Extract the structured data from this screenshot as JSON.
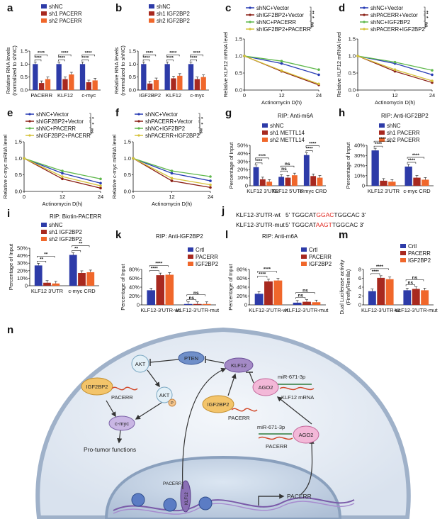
{
  "colors": {
    "blue": "#2d3ba8",
    "red": "#a8291f",
    "orange": "#f0672b",
    "navy": "#283cb4",
    "maroon": "#8a2016",
    "green": "#5fb84c",
    "olive": "#d6c23a"
  },
  "panel_letters": [
    "a",
    "b",
    "c",
    "d",
    "e",
    "f",
    "g",
    "h",
    "i",
    "j",
    "k",
    "l",
    "m",
    "n"
  ],
  "chart_data": [
    {
      "id": "a",
      "type": "bar",
      "ylabel": "Relative RNA levels\n(normalized to shNC)",
      "ylim": [
        0,
        1.5
      ],
      "yticks": [
        "0.0",
        "0.5",
        "1.0",
        "1.5"
      ],
      "categories": [
        "PACERR",
        "KLF12",
        "c-myc"
      ],
      "series": [
        {
          "name": "shNC",
          "color": "blue",
          "values": [
            1.0,
            1.0,
            1.0
          ]
        },
        {
          "name": "sh1 PACERR",
          "color": "red",
          "values": [
            0.27,
            0.42,
            0.3
          ]
        },
        {
          "name": "sh2 PACERR",
          "color": "orange",
          "values": [
            0.42,
            0.6,
            0.37
          ]
        }
      ],
      "sig": "****"
    },
    {
      "id": "b",
      "type": "bar",
      "ylabel": "Relative RNA levels\n(normalized to shNC)",
      "ylim": [
        0,
        1.5
      ],
      "yticks": [
        "0.0",
        "0.5",
        "1.0",
        "1.5"
      ],
      "categories": [
        "IGF2BP2",
        "KLF12",
        "c-myc"
      ],
      "series": [
        {
          "name": "shNC",
          "color": "blue",
          "values": [
            1.0,
            1.0,
            1.0
          ]
        },
        {
          "name": "sh1 IGF2BP2",
          "color": "red",
          "values": [
            0.25,
            0.45,
            0.42
          ]
        },
        {
          "name": "sh2 IGF2BP2",
          "color": "orange",
          "values": [
            0.38,
            0.55,
            0.5
          ]
        }
      ],
      "sig": "****"
    },
    {
      "id": "c",
      "type": "line",
      "ylabel": "Relative KLF12 mRNA level",
      "xlabel": "Actinomycin D(h)",
      "x": [
        0,
        12,
        24
      ],
      "xticks": [
        "0",
        "12",
        "24"
      ],
      "ylim": [
        0,
        1.5
      ],
      "yticks": [
        "0.0",
        "0.5",
        "1.0",
        "1.5"
      ],
      "series": [
        {
          "name": "shNC+Vector",
          "color": "navy",
          "values": [
            1.0,
            0.78,
            0.45
          ]
        },
        {
          "name": "shIGF2BP2+Vector",
          "color": "maroon",
          "values": [
            1.0,
            0.55,
            0.15
          ]
        },
        {
          "name": "shNC+PACERR",
          "color": "green",
          "values": [
            1.0,
            0.85,
            0.6
          ]
        },
        {
          "name": "shIGF2BP2+PACERR",
          "color": "olive",
          "values": [
            1.0,
            0.57,
            0.18
          ]
        }
      ],
      "sig_labels": [
        "**",
        "*",
        "ns"
      ]
    },
    {
      "id": "d",
      "type": "line",
      "ylabel": "Relative KLF12 mRNA level",
      "xlabel": "Actinomycin D(h)",
      "x": [
        0,
        12,
        24
      ],
      "xticks": [
        "0",
        "12",
        "24"
      ],
      "ylim": [
        0,
        1.5
      ],
      "yticks": [
        "0.0",
        "0.5",
        "1.0",
        "1.5"
      ],
      "series": [
        {
          "name": "shNC+Vector",
          "color": "navy",
          "values": [
            1.0,
            0.78,
            0.45
          ]
        },
        {
          "name": "shPACERR+Vector",
          "color": "maroon",
          "values": [
            1.0,
            0.55,
            0.22
          ]
        },
        {
          "name": "shNC+IGF2BP2",
          "color": "green",
          "values": [
            1.0,
            0.82,
            0.58
          ]
        },
        {
          "name": "shPACERR+IGF2BP2",
          "color": "olive",
          "values": [
            1.0,
            0.6,
            0.27
          ]
        }
      ],
      "sig_labels": [
        "**",
        "*",
        "ns"
      ]
    },
    {
      "id": "e",
      "type": "line",
      "ylabel": "Relative c-myc mRNA level",
      "xlabel": "Actinomycin D(h)",
      "x": [
        0,
        12,
        24
      ],
      "xticks": [
        "0",
        "12",
        "24"
      ],
      "ylim": [
        0,
        1.5
      ],
      "yticks": [
        "0.0",
        "0.5",
        "1.0",
        "1.5"
      ],
      "series": [
        {
          "name": "shNC+Vector",
          "color": "navy",
          "values": [
            1.0,
            0.55,
            0.25
          ]
        },
        {
          "name": "shIGF2BP2+Vector",
          "color": "maroon",
          "values": [
            1.0,
            0.38,
            0.1
          ]
        },
        {
          "name": "shNC+PACERR",
          "color": "green",
          "values": [
            1.0,
            0.62,
            0.38
          ]
        },
        {
          "name": "shIGF2BP2+PACERR",
          "color": "olive",
          "values": [
            1.0,
            0.45,
            0.17
          ]
        }
      ],
      "sig_labels": [
        "*",
        "*",
        "ns"
      ]
    },
    {
      "id": "f",
      "type": "line",
      "ylabel": "Relative c-myc mRNA level",
      "xlabel": "Actinomycin D(h)",
      "x": [
        0,
        12,
        24
      ],
      "xticks": [
        "0",
        "12",
        "24"
      ],
      "ylim": [
        0,
        1.5
      ],
      "yticks": [
        "0.0",
        "0.5",
        "1.0",
        "1.5"
      ],
      "series": [
        {
          "name": "shNC+Vector",
          "color": "navy",
          "values": [
            1.0,
            0.55,
            0.32
          ]
        },
        {
          "name": "shPACERR+Vector",
          "color": "maroon",
          "values": [
            1.0,
            0.32,
            0.12
          ]
        },
        {
          "name": "shNC+IGF2BP2",
          "color": "green",
          "values": [
            1.0,
            0.62,
            0.45
          ]
        },
        {
          "name": "shPACERR+IGF2BP2",
          "color": "olive",
          "values": [
            1.0,
            0.4,
            0.2
          ]
        }
      ],
      "sig_labels": [
        "*",
        "*",
        "ns"
      ]
    },
    {
      "id": "g",
      "type": "bar",
      "title": "RIP: Anti-m6A",
      "ylabel": "Percentage of Input",
      "ylim": [
        0,
        50
      ],
      "yticks": [
        "0",
        "10%",
        "20%",
        "30%",
        "40%",
        "50%"
      ],
      "categories": [
        "KLF12 3'UTR",
        "KLF12 5'UTR",
        "c-myc CRD"
      ],
      "series": [
        {
          "name": "shNC",
          "color": "blue",
          "values": [
            23,
            11,
            38
          ]
        },
        {
          "name": "sh1 METTL14",
          "color": "red",
          "values": [
            8,
            10,
            12
          ]
        },
        {
          "name": "sh2 METTL14",
          "color": "orange",
          "values": [
            5,
            13,
            10
          ]
        }
      ],
      "sig_labels": [
        "****",
        "****",
        "ns",
        "ns",
        "****",
        "****"
      ]
    },
    {
      "id": "h",
      "type": "bar",
      "title": "RIP: Anti-IGF2BP2",
      "ylabel": "Percentage of Input",
      "ylim": [
        0,
        40
      ],
      "yticks": [
        "0",
        "10%",
        "20%",
        "30%",
        "40%"
      ],
      "categories": [
        "KLF12 3'UTR",
        "c-myc CRD"
      ],
      "series": [
        {
          "name": "shNC",
          "color": "blue",
          "values": [
            35,
            19
          ]
        },
        {
          "name": "sh1 PACERR",
          "color": "red",
          "values": [
            5,
            8
          ]
        },
        {
          "name": "sh2 PACERR",
          "color": "orange",
          "values": [
            4,
            6
          ]
        }
      ],
      "sig_labels": [
        "****",
        "****",
        "****",
        "****"
      ]
    },
    {
      "id": "i",
      "type": "bar",
      "title": "RIP: Biotin-PACERR",
      "ylabel": "Percentage of Input",
      "ylim": [
        0,
        50
      ],
      "yticks": [
        "0",
        "10%",
        "20%",
        "30%",
        "40%",
        "50%"
      ],
      "categories": [
        "KLF12 3'UTR",
        "c-myc CRD"
      ],
      "series": [
        {
          "name": "shNC",
          "color": "blue",
          "values": [
            27,
            41
          ]
        },
        {
          "name": "sh1 IGF2BP2",
          "color": "red",
          "values": [
            4,
            17
          ]
        },
        {
          "name": "sh2 IGF2BP2",
          "color": "orange",
          "values": [
            3,
            18
          ]
        }
      ],
      "sig_labels": [
        "**",
        "**",
        "**",
        "**"
      ]
    },
    {
      "id": "k",
      "type": "bar",
      "title": "RIP: Anti-IGF2BP2",
      "ylabel": "Percentage of Input",
      "ylim": [
        0,
        80
      ],
      "yticks": [
        "0",
        "20%",
        "40%",
        "60%",
        "80%"
      ],
      "categories": [
        "KLF12-3'UTR-wt",
        "KLF12-3'UTR-mut"
      ],
      "series": [
        {
          "name": "Crtl",
          "color": "blue",
          "values": [
            33,
            2
          ]
        },
        {
          "name": "PACERR",
          "color": "red",
          "values": [
            67,
            2
          ]
        },
        {
          "name": "IGF2BP2",
          "color": "orange",
          "values": [
            68,
            2
          ]
        }
      ],
      "sig_labels": [
        "****",
        "****",
        "ns",
        "ns"
      ]
    },
    {
      "id": "l",
      "type": "bar",
      "title": "RIP: Anti-m6A",
      "ylabel": "Percentage of Input",
      "ylim": [
        0,
        80
      ],
      "yticks": [
        "0",
        "20%",
        "40%",
        "60%",
        "80%"
      ],
      "categories": [
        "KLF12-3'UTR-wt",
        "KLF12-3'UTR-mut"
      ],
      "series": [
        {
          "name": "Crtl",
          "color": "blue",
          "values": [
            25,
            5
          ]
        },
        {
          "name": "PACERR",
          "color": "red",
          "values": [
            53,
            7
          ]
        },
        {
          "name": "IGF2BP2",
          "color": "orange",
          "values": [
            55,
            6
          ]
        }
      ],
      "sig_labels": [
        "****",
        "****",
        "ns",
        "ns"
      ]
    },
    {
      "id": "m",
      "type": "bar",
      "ylabel": "Dual Luciferase activity\n(Firefly/Renilla)",
      "ylim": [
        0,
        8
      ],
      "yticks": [
        "0",
        "2",
        "4",
        "6",
        "8"
      ],
      "categories": [
        "KLF12-3'UTR-wt",
        "KLF12-3'UTR-mut"
      ],
      "series": [
        {
          "name": "Crtl",
          "color": "blue",
          "values": [
            3.1,
            3.3
          ]
        },
        {
          "name": "PACERR",
          "color": "red",
          "values": [
            6.1,
            3.6
          ]
        },
        {
          "name": "IGF2BP2",
          "color": "orange",
          "values": [
            5.8,
            3.3
          ]
        }
      ],
      "sig_labels": [
        "****",
        "****",
        "ns",
        "ns"
      ]
    }
  ],
  "panel_j": {
    "line1_label": "KLF12-3'UTR-wt",
    "line1_pre": "5' TGGCAT",
    "line1_mut": "GGAC",
    "line1_post": "TGGCAC 3'",
    "line2_label": "KLF12-3'UTR-mut",
    "line2_pre": "5' TGGCAT",
    "line2_mut": "AAGT",
    "line2_post": "TGGCAC 3'"
  },
  "diagram": {
    "akt": "AKT",
    "akt_p": "AKT",
    "p": "P",
    "pten": "PTEN",
    "klf12": "KLF12",
    "igf2bp2_left": "IGF2BP2",
    "pacerr_left": "PACERR",
    "cmyc": "c-myc",
    "protumor": "Pro-tumor functions",
    "igf2bp2_mid": "IGF2BP2",
    "pacerr_mid": "PACERR",
    "ago2_top": "AGO2",
    "mir_top": "miR-671-3p",
    "klf12_mrna": "KLF12 mRNA",
    "mir_bottom": "miR-671-3p",
    "pacerr_bottom": "PACERR",
    "ago2_bottom": "AGO2",
    "nuc_pacerr": "PACERR",
    "nuc_klf12": "KLF12",
    "nuc_gene_pacerr": "PACERR"
  }
}
